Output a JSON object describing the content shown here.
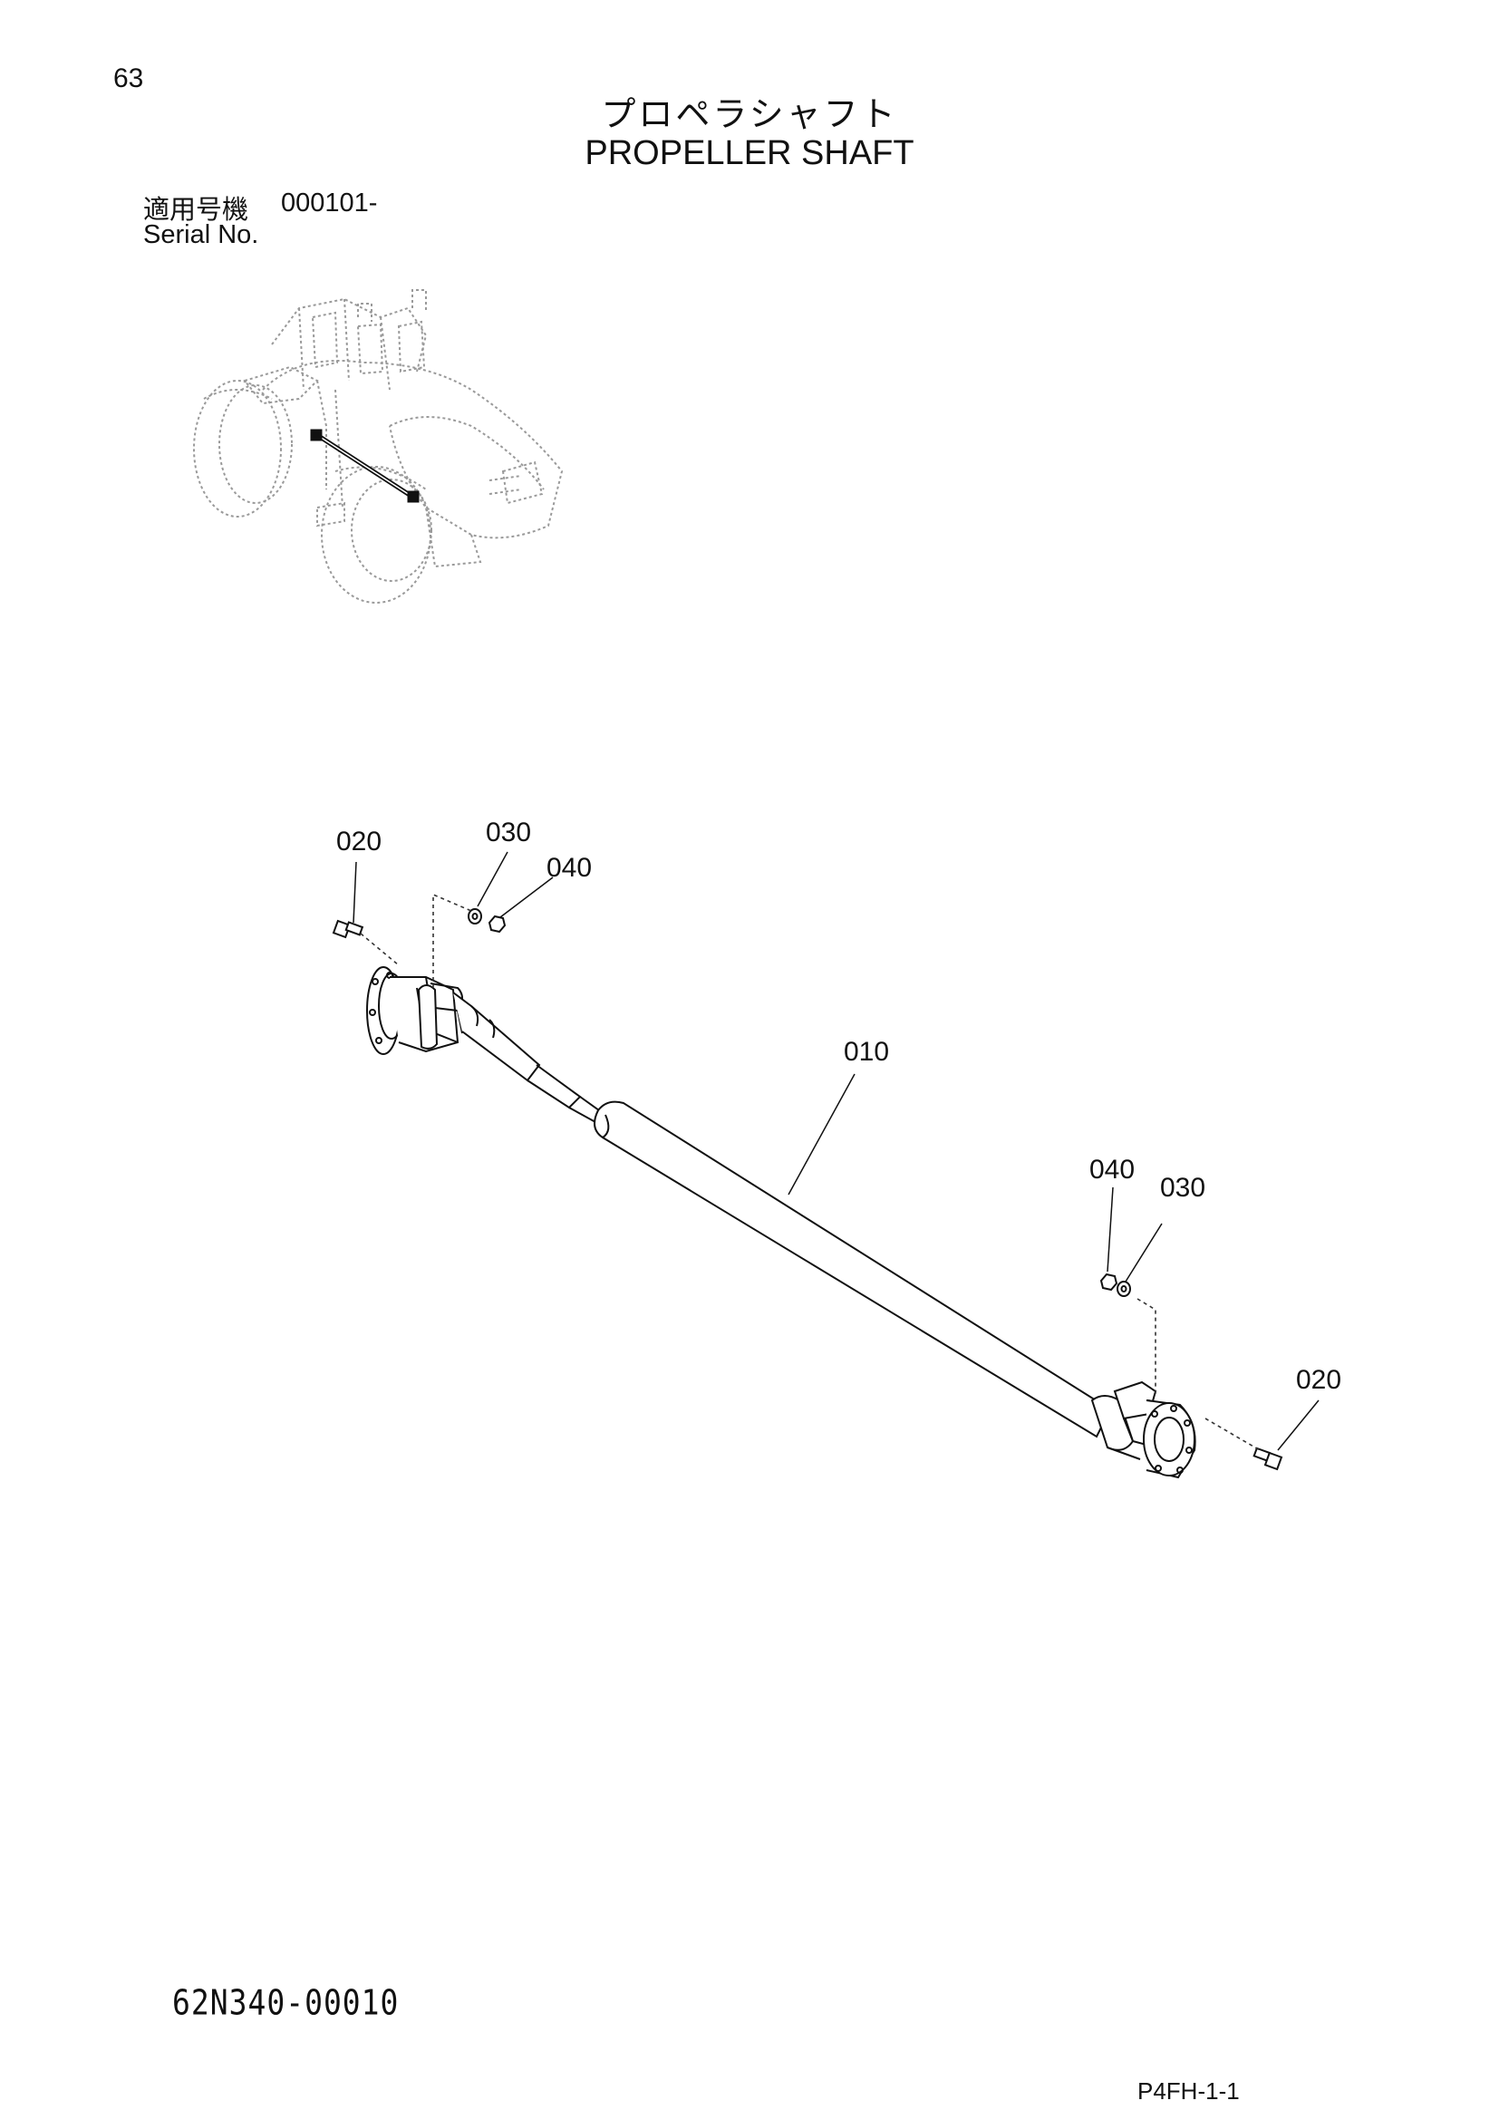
{
  "header": {
    "page_number": "63",
    "title_jp": "プロペラシャフト",
    "title_en": "PROPELLER SHAFT",
    "serial_label_jp": "適用号機",
    "serial_value": "000101-",
    "serial_label_en": "Serial No."
  },
  "callouts": {
    "left_bolt": "020",
    "left_washer": "030",
    "left_nut": "040",
    "shaft": "010",
    "right_nut": "040",
    "right_washer": "030",
    "right_bolt": "020"
  },
  "footer": {
    "drawing_number": "62N340-00010",
    "page_ref": "P4FH-1-1"
  }
}
